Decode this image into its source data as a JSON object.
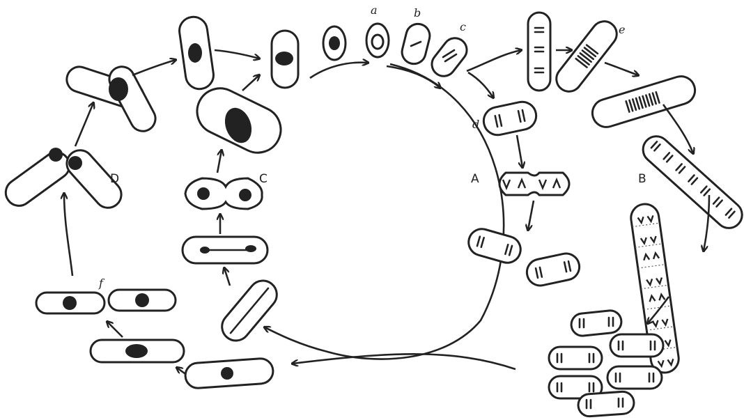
{
  "labels": {
    "stage_a": "a",
    "stage_b": "b",
    "stage_c": "c",
    "stage_d": "d",
    "stage_e": "e",
    "stage_f": "f",
    "cycle_A": "A",
    "cycle_B": "B",
    "cycle_C": "C",
    "cycle_D": "D"
  }
}
